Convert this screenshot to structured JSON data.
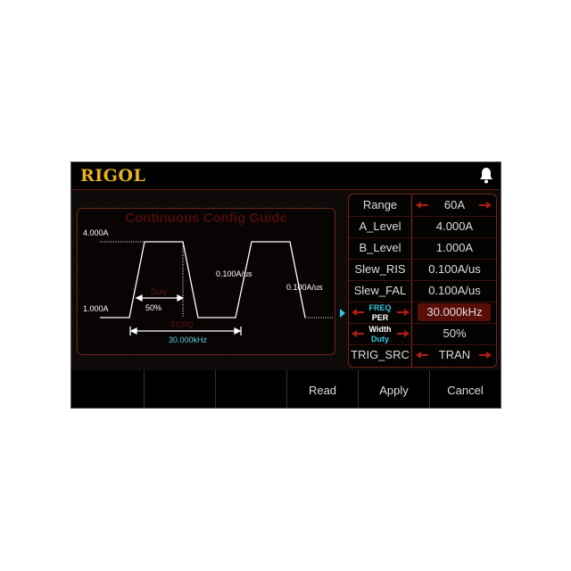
{
  "header": {
    "logo": "RIGOL",
    "bell_icon": "bell-icon"
  },
  "guide": {
    "title": "Continuous Config Guide",
    "a_level": "4.000A",
    "b_level": "1.000A",
    "rise_slew": "0.100A/us",
    "fall_slew": "0.100A/us",
    "duty_label": "Duty",
    "duty_value": "50%",
    "freq_label": "FERQ",
    "freq_value": "30.000kHz"
  },
  "table": {
    "rows": [
      {
        "label": "Range",
        "value": "60A"
      },
      {
        "label": "A_Level",
        "value": "4.000A"
      },
      {
        "label": "B_Level",
        "value": "1.000A"
      },
      {
        "label": "Slew_RIS",
        "value": "0.100A/us"
      },
      {
        "label": "Slew_FAL",
        "value": "0.100A/us"
      },
      {
        "label_top": "FREQ",
        "label_bottom": "PER",
        "value": "30.000kHz"
      },
      {
        "label_top": "Width",
        "label_bottom": "Duty",
        "value": "50%"
      },
      {
        "label": "TRIG_SRC",
        "value": "TRAN"
      }
    ]
  },
  "softkeys": [
    "",
    "",
    "",
    "Read",
    "Apply",
    "Cancel"
  ],
  "colors": {
    "accent_red": "#b01c14",
    "cyan": "#34c8e0",
    "logo": "#e8b21c"
  }
}
